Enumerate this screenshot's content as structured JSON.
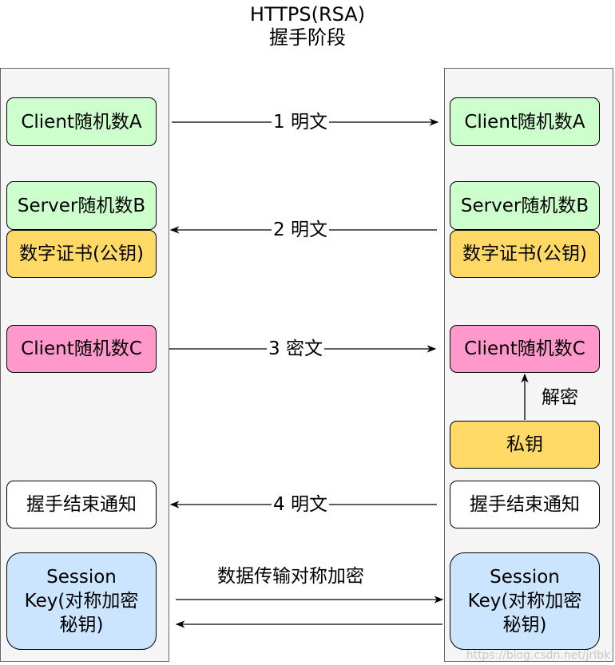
{
  "title": {
    "line1": "HTTPS(RSA)",
    "line2": "握手阶段"
  },
  "client_boxes": {
    "random_a": "Client随机数A",
    "random_b": "Server随机数B",
    "certificate": "数字证书(公钥)",
    "random_c": "Client随机数C",
    "handshake_done": "握手结束通知",
    "session_key": "Session\nKey(对称加密\n秘钥)"
  },
  "server_boxes": {
    "random_a": "Client随机数A",
    "random_b": "Server随机数B",
    "certificate": "数字证书(公钥)",
    "random_c": "Client随机数C",
    "private_key": "私钥",
    "handshake_done": "握手结束通知",
    "session_key": "Session\nKey(对称加密\n秘钥)"
  },
  "messages": {
    "m1": "1 明文",
    "m2": "2 明文",
    "m3": "3 密文",
    "m4": "4 明文",
    "decrypt": "解密",
    "symmetric": "数据传输对称加密"
  },
  "watermark": "https://blog.csdn.net/jrlbk",
  "colors": {
    "green": "#ccffcc",
    "yellow": "#ffd966",
    "pink": "#ff99cc",
    "white": "#ffffff",
    "blue": "#cce5ff",
    "lane": "#f5f5f5"
  }
}
